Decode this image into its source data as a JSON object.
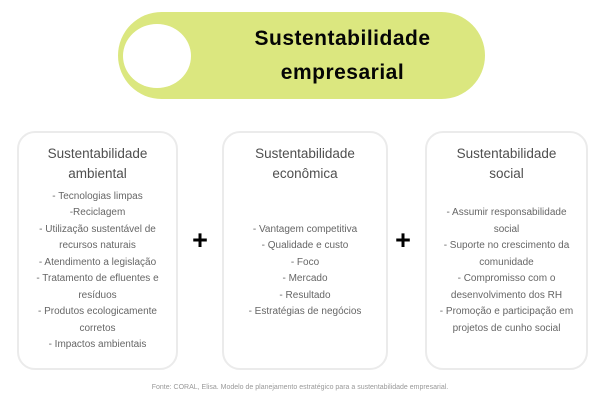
{
  "header": {
    "title_line1": "Sustentabilidade",
    "title_line2": "empresarial"
  },
  "separators": {
    "plus": "+"
  },
  "columns": [
    {
      "title": "Sustentabilidade ambiental",
      "items": [
        "- Tecnologias limpas",
        "-Reciclagem",
        "- Utilização sustentável de recursos naturais",
        "- Atendimento a legislação",
        "- Tratamento de efluentes e resíduos",
        "- Produtos ecologicamente corretos",
        "- Impactos ambientais"
      ]
    },
    {
      "title": "Sustentabilidade econômica",
      "items": [
        "- Vantagem competitiva",
        "- Qualidade e custo",
        "- Foco",
        "- Mercado",
        "- Resultado",
        "- Estratégias de negócios"
      ]
    },
    {
      "title": "Sustentabilidade social",
      "items": [
        "- Assumir responsabilidade social",
        "- Suporte no crescimento da comunidade",
        "- Compromisso com o desenvolvimento dos RH",
        "- Promoção e participação em projetos de cunho social"
      ]
    }
  ],
  "footer": {
    "source": "Fonte: CORAL, Elisa. Modelo de planejamento estratégico para a sustentabilidade empresarial."
  },
  "colors": {
    "pill_green": "#dbe77f",
    "card_border": "#ebebeb",
    "header_text": "#050505",
    "title_text": "#4f4f4f",
    "body_text": "#666666",
    "plus_sign": "#000000",
    "footer_text": "#999999"
  }
}
